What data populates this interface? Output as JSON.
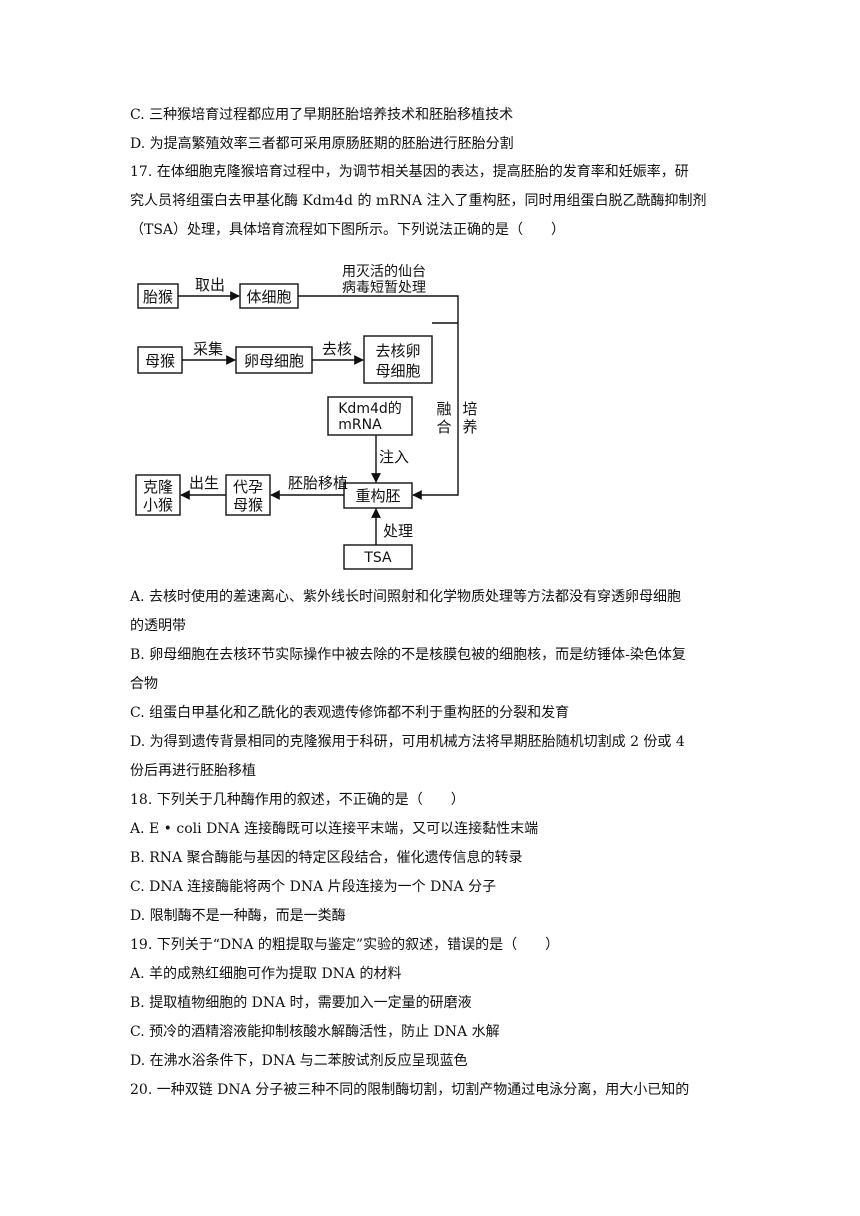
{
  "text": {
    "q16_c": "C. 三种猴培育过程都应用了早期胚胎培养技术和胚胎移植技术",
    "q16_d": "D. 为提高繁殖效率三者都可采用原肠胚期的胚胎进行胚胎分割",
    "q17_stem_1": "17. 在体细胞克隆猴培育过程中，为调节相关基因的表达，提高胚胎的发育率和妊娠率，研",
    "q17_stem_2": "究人员将组蛋白去甲基化酶 Kdm4d 的 mRNA 注入了重构胚，同时用组蛋白脱乙酰酶抑制剂",
    "q17_stem_3": "（TSA）处理，具体培育流程如下图所示。下列说法正确的是（　　）",
    "q17_a_1": "A. 去核时使用的差速离心、紫外线长时间照射和化学物质处理等方法都没有穿透卵母细胞",
    "q17_a_2": "的透明带",
    "q17_b_1": "B. 卵母细胞在去核环节实际操作中被去除的不是核膜包被的细胞核，而是纺锤体-染色体复",
    "q17_b_2": "合物",
    "q17_c": "C. 组蛋白甲基化和乙酰化的表观遗传修饰都不利于重构胚的分裂和发育",
    "q17_d_1": "D. 为得到遗传背景相同的克隆猴用于科研，可用机械方法将早期胚胎随机切割成 2 份或 4",
    "q17_d_2": "份后再进行胚胎移植",
    "q18_stem": "18. 下列关于几种酶作用的叙述，不正确的是（　　）",
    "q18_a": "A. E • coli DNA 连接酶既可以连接平末端，又可以连接黏性末端",
    "q18_b": "B. RNA 聚合酶能与基因的特定区段结合，催化遗传信息的转录",
    "q18_c": "C. DNA 连接酶能将两个 DNA 片段连接为一个 DNA 分子",
    "q18_d": "D. 限制酶不是一种酶，而是一类酶",
    "q19_stem": "19. 下列关于“DNA 的粗提取与鉴定”实验的叙述，错误的是（　　）",
    "q19_a": "A. 羊的成熟红细胞可作为提取 DNA 的材料",
    "q19_b": "B. 提取植物细胞的 DNA 时，需要加入一定量的研磨液",
    "q19_c": "C. 预冷的酒精溶液能抑制核酸水解酶活性，防止 DNA 水解",
    "q19_d": "D. 在沸水浴条件下，DNA 与二苯胺试剂反应呈现蓝色",
    "q20_stem": "20. 一种双链 DNA 分子被三种不同的限制酶切割，切割产物通过电泳分离，用大小已知的"
  },
  "diagram": {
    "fetal_monkey": "胎猴",
    "take_out": "取出",
    "somatic_cell": "体细胞",
    "virus_1": "用灭活的仙台",
    "virus_2": "病毒短暂处理",
    "mother_monkey": "母猴",
    "collect": "采集",
    "oocyte": "卵母细胞",
    "enucleate": "去核",
    "enucleated_1": "去核卵",
    "enucleated_2": "母细胞",
    "fuse_1": "融",
    "fuse_2": "合",
    "culture_1": "培",
    "culture_2": "养",
    "kdm_1": "Kdm4d的",
    "kdm_2": "mRNA",
    "inject": "注入",
    "clone_1": "克隆",
    "clone_2": "小猴",
    "birth": "出生",
    "surrogate_1": "代孕",
    "surrogate_2": "母猴",
    "transfer": "胚胎移植",
    "reconstructed": "重构胚",
    "treat": "处理",
    "tsa": "TSA"
  }
}
